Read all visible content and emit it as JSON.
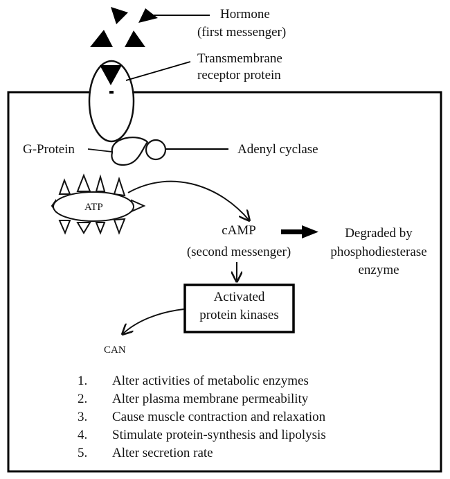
{
  "labels": {
    "hormone": "Hormone",
    "hormone_sub": "(first messenger)",
    "receptor_line1": "Transmembrane",
    "receptor_line2": "receptor protein",
    "g_protein": "G-Protein",
    "adenyl_cyclase": "Adenyl cyclase",
    "atp": "ATP",
    "camp": "cAMP",
    "camp_sub": "(second messenger)",
    "degraded_line1": "Degraded by",
    "degraded_line2": "phosphodiesterase",
    "degraded_line3": "enzyme",
    "kinase_line1": "Activated",
    "kinase_line2": "protein kinases",
    "can": "CAN"
  },
  "effects": [
    {
      "num": "1.",
      "text": "Alter activities of metabolic enzymes"
    },
    {
      "num": "2.",
      "text": "Alter plasma membrane permeability"
    },
    {
      "num": "3.",
      "text": "Cause muscle contraction and relaxation"
    },
    {
      "num": "4.",
      "text": "Stimulate protein-synthesis and lipolysis"
    },
    {
      "num": "5.",
      "text": "Alter secretion rate"
    }
  ]
}
